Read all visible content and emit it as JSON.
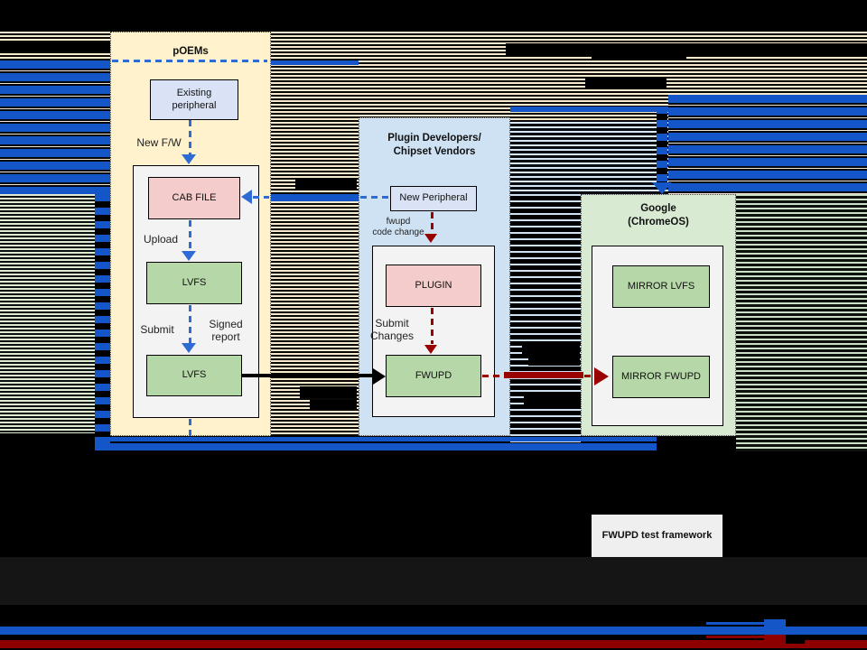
{
  "poems": {
    "title": "pOEMs",
    "existing_peripheral_label": "Existing\nperipheral",
    "new_fw_label": "New F/W",
    "cab_file_label": "CAB FILE",
    "upload_label": "Upload",
    "lvfs_upper_label": "LVFS",
    "submit_label": "Submit",
    "signed_report_label": "Signed\nreport",
    "lvfs_lower_label": "LVFS"
  },
  "plugin_developers": {
    "title": "Plugin Developers/\nChipset Vendors",
    "new_peripheral_label": "New Peripheral",
    "fwupd_code_change_label": "fwupd\ncode change",
    "plugin_label": "PLUGIN",
    "submit_changes_label": "Submit\nChanges",
    "fwupd_label": "FWUPD"
  },
  "google": {
    "title": "Google\n(ChromeOS)",
    "mirror_lvfs_label": "MIRROR LVFS",
    "mirror_fwupd_label": "MIRROR FWUPD"
  },
  "test_framework_label": "FWUPD test framework",
  "colors": {
    "lane_cream": "#fff2cc",
    "lane_lightblue": "#cfe2f3",
    "lane_lightgreen": "#d9ead3",
    "node_pink": "#f4cccc",
    "node_green": "#b6d7a8",
    "node_blue": "#dae3f5",
    "inner_gray": "#f3f3f3",
    "arrow_blue": "#2e6bd4",
    "arrow_red": "#990000",
    "glitch_blue": "#1456c8",
    "bottom_red": "#8e0000"
  }
}
